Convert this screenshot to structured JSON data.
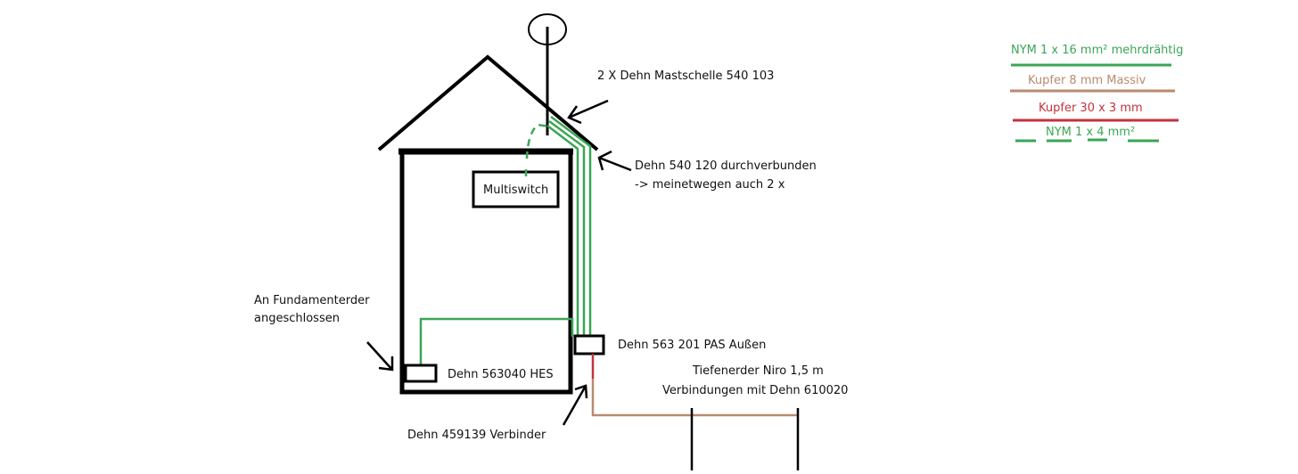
{
  "labels": {
    "mastschelle": "2 X Dehn Mastschelle 540 103",
    "durchverbunden_1": "Dehn 540 120 durchverbunden",
    "durchverbunden_2": "-> meinetwegen auch 2 x",
    "multiswitch": "Multiswitch",
    "fundament_1": "An Fundamenterder",
    "fundament_2": "angeschlossen",
    "hes": "Dehn 563040 HES",
    "pas": "Dehn 563 201 PAS Außen",
    "tiefenerder_1": "Tiefenerder Niro  1,5 m",
    "tiefenerder_2": "Verbindungen mit Dehn 610020",
    "verbinder": "Dehn 459139 Verbinder"
  },
  "legend": [
    {
      "label": "NYM 1 x 16 mm² mehrdrähtig",
      "color": "#3aa655",
      "style": "solid"
    },
    {
      "label": "Kupfer 8 mm Massiv",
      "color": "#b98a6c",
      "style": "solid"
    },
    {
      "label": "Kupfer 30 x 3  mm",
      "color": "#c4323c",
      "style": "solid"
    },
    {
      "label": "NYM 1 x 4 mm²",
      "color": "#3aa655",
      "style": "dashed"
    }
  ]
}
